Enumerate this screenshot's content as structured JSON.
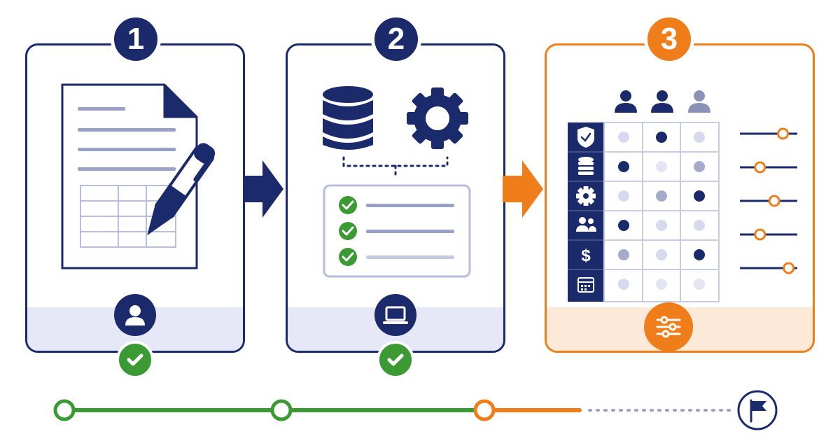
{
  "steps": [
    {
      "number": "1",
      "label_icon": "document-edit-icon",
      "footer_icon": "user-icon",
      "status": "complete"
    },
    {
      "number": "2",
      "label_icon": "database-gear-icon",
      "footer_icon": "laptop-icon",
      "status": "complete"
    },
    {
      "number": "3",
      "label_icon": "matrix-icon",
      "footer_icon": "sliders-icon",
      "status": "in-progress"
    }
  ],
  "row_icons": [
    "shield-check-icon",
    "database-icon",
    "gear-icon",
    "users-icon",
    "dollar-icon",
    "calendar-icon"
  ],
  "row_labels": [
    "$"
  ],
  "slider_levels": [
    0.75,
    0.35,
    0.6,
    0.35,
    0.85
  ],
  "progress": {
    "completed_steps": 2,
    "current_step": 3,
    "goal_icon": "flag-icon"
  },
  "colors": {
    "navy": "#1b2a6b",
    "orange": "#ef7d1a",
    "green": "#3c9a34",
    "light": "#e6e8f8"
  }
}
